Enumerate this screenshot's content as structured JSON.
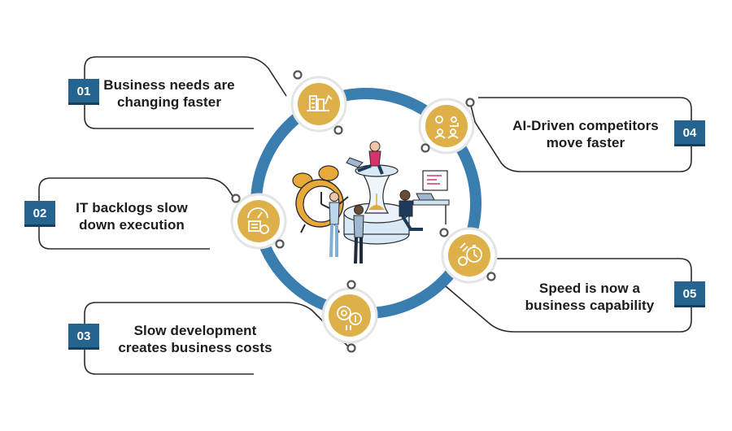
{
  "colors": {
    "ring": "#3a7eb0",
    "badge": "#25648f",
    "icon_fill": "#ddb04a",
    "outline": "#2b2b2b"
  },
  "items": [
    {
      "number": "01",
      "lines": [
        "Business needs are",
        "changing faster"
      ],
      "icon": "building-growth-icon"
    },
    {
      "number": "02",
      "lines": [
        "IT backlogs slow",
        "down execution"
      ],
      "icon": "speedometer-document-icon"
    },
    {
      "number": "03",
      "lines": [
        "Slow development",
        "creates business costs"
      ],
      "icon": "gear-coin-icon"
    },
    {
      "number": "04",
      "lines": [
        "AI-Driven competitors",
        "move faster"
      ],
      "icon": "ai-competitors-icon"
    },
    {
      "number": "05",
      "lines": [
        "Speed is now a",
        "business capability"
      ],
      "icon": "gears-stopwatch-icon"
    }
  ],
  "center_illustration": "team-hourglass-alarm-clock-illustration"
}
